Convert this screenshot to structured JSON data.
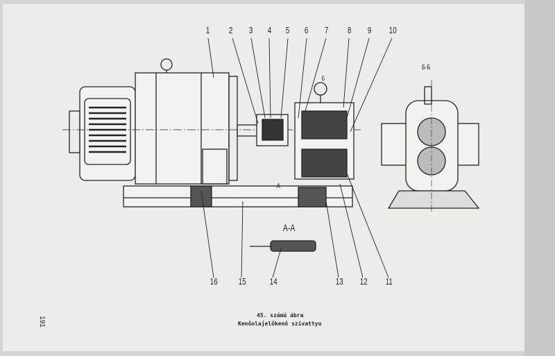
{
  "figure": {
    "caption_number": "45. számú ábra",
    "caption_title": "Kenőolajelőkenő szivattyu",
    "page_number": "191",
    "section_bb": "Б-Б",
    "section_aa": "A-A",
    "cut_mark_a": "A",
    "cut_mark_b": "Б",
    "callouts_top": [
      "1",
      "2",
      "3",
      "4",
      "5",
      "6",
      "7",
      "8",
      "9",
      "10"
    ],
    "callouts_bottom": [
      "16",
      "15",
      "14",
      "13",
      "12",
      "11"
    ]
  }
}
